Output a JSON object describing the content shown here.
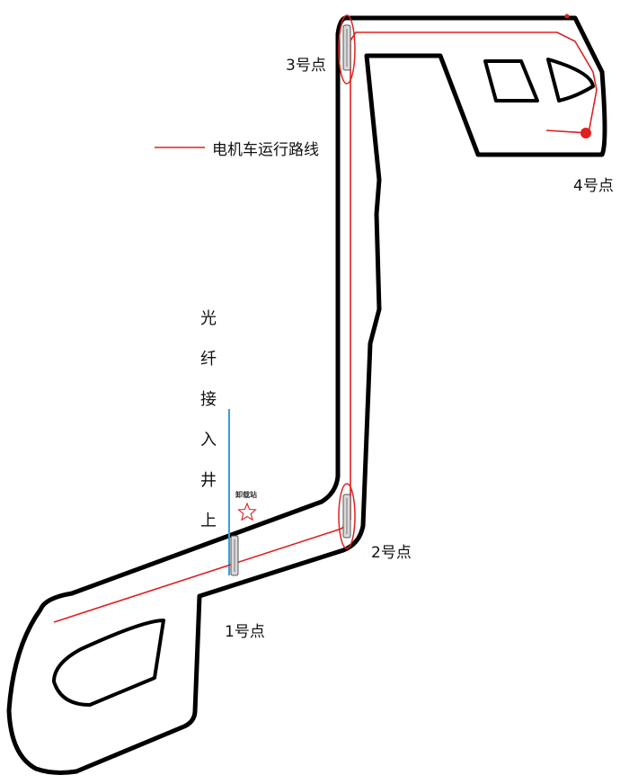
{
  "legend": {
    "label": "电机车运行路线",
    "line_color": "#e02020"
  },
  "points": {
    "p1": "1号点",
    "p2": "2号点",
    "p3": "3号点",
    "p4": "4号点"
  },
  "fiber_label": [
    "光",
    "纤",
    "接",
    "入",
    "井",
    "上"
  ],
  "station_label": "卸载站",
  "colors": {
    "tunnel": "#000000",
    "route": "#e02020",
    "fiber": "#3a9fd8",
    "marker_ring": "#e02020",
    "star": "#e02020"
  }
}
